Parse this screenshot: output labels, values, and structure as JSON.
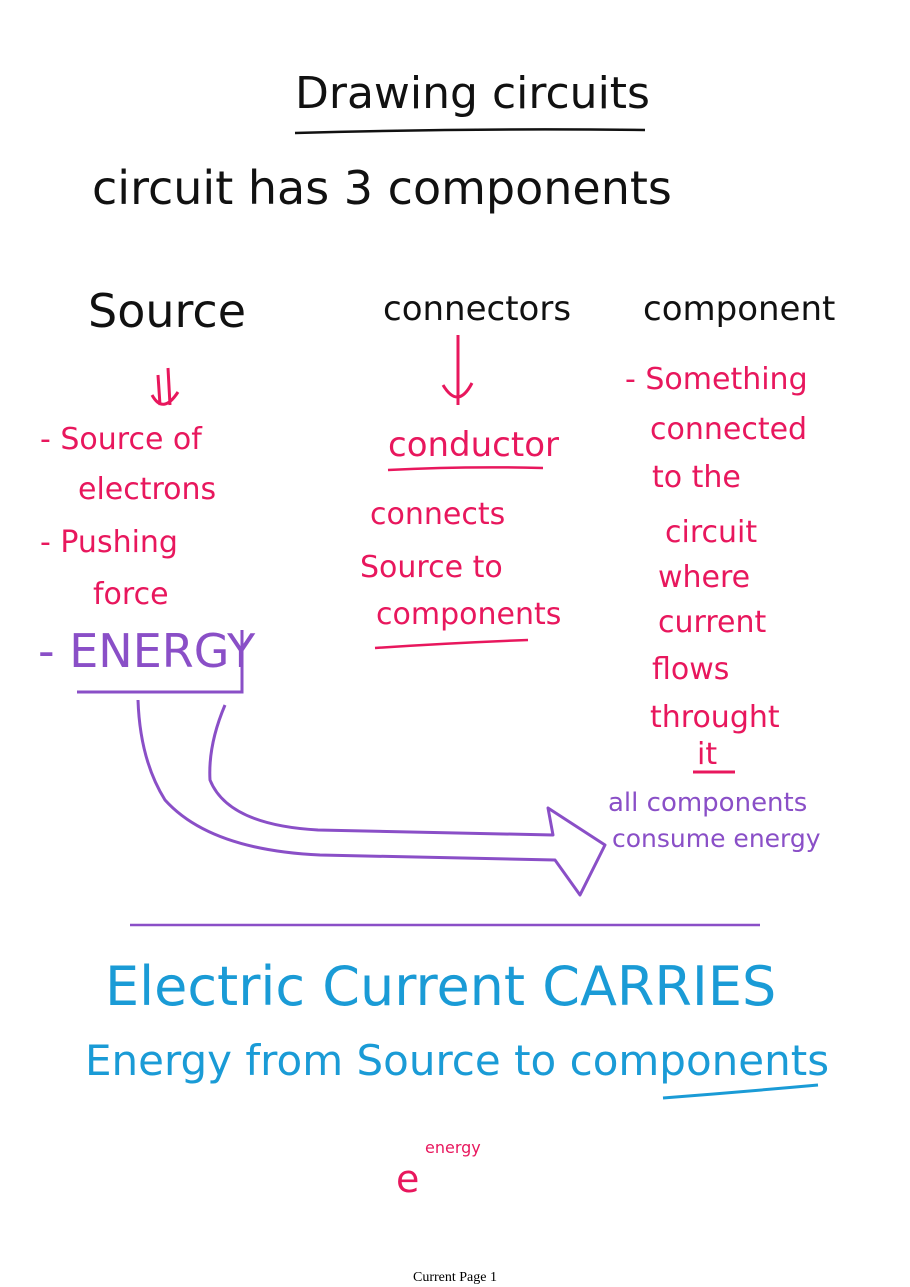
{
  "title": "Drawing circuits",
  "subtitle": "circuit has 3 components",
  "columns": {
    "source": {
      "heading": "Source",
      "notes": [
        "- Source of",
        "electrons",
        "- Pushing",
        "force"
      ],
      "energy": "- ENERGY"
    },
    "connectors": {
      "heading": "connectors",
      "key_term": "conductor",
      "notes": [
        "connects",
        "Source to",
        "components"
      ]
    },
    "component": {
      "heading": "component",
      "notes": [
        "- Something",
        "connected",
        "to the",
        "circuit",
        "where",
        "current",
        "flows",
        "throught",
        "it"
      ]
    }
  },
  "arrow_note": [
    "all components",
    "consume energy"
  ],
  "summary": [
    "Electric Current CARRIES",
    "Energy from Source to components"
  ],
  "symbol": {
    "letter": "e",
    "superscript": "energy"
  },
  "footer": "Current Page 1",
  "colors": {
    "ink": "#111111",
    "pink": "#e8175d",
    "purple": "#8a4fc7",
    "blue": "#1a9bd6"
  }
}
